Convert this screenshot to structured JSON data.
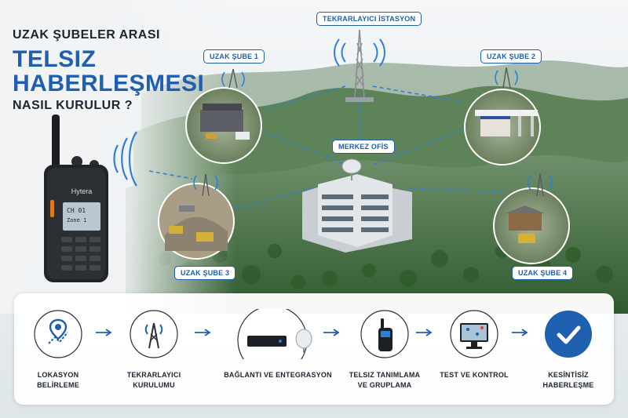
{
  "title": {
    "line1": "UZAK ŞUBELER ARASI",
    "line2": "TELSIZ",
    "line3": "HABERLEŞMESI",
    "line4": "NASIL KURULUR ?"
  },
  "radio": {
    "brand": "Hytera",
    "channel": "CH 01",
    "zone": "Zone 1"
  },
  "nodes": {
    "repeater": "TEKRARLAYICI İSTASYON",
    "branch1": "UZAK ŞUBE 1",
    "branch2": "UZAK ŞUBE 2",
    "branch3": "UZAK ŞUBE 3",
    "branch4": "UZAK ŞUBE 4",
    "hq": "MERKEZ OFİS"
  },
  "steps": [
    {
      "line1": "LOKASYON",
      "line2": "BELİRLEME",
      "icon": "map-pin-icon"
    },
    {
      "line1": "TEKRARLAYICI",
      "line2": "KURULUMU",
      "icon": "antenna-tower-icon"
    },
    {
      "line1": "BAĞLANTI VE ENTEGRASYON",
      "line2": "",
      "icon": "router-dish-icon"
    },
    {
      "line1": "TELSIZ TANIMLAMA",
      "line2": "VE GRUPLAMA",
      "icon": "handheld-radio-icon"
    },
    {
      "line1": "TEST VE KONTROL",
      "line2": "",
      "icon": "monitor-map-icon"
    },
    {
      "line1": "KESİNTİSİZ",
      "line2": "HABERLEŞME",
      "icon": "checkmark-icon"
    }
  ],
  "colors": {
    "accent": "#1f5fb0",
    "dark": "#1c2430",
    "forest": "#3f6a3a",
    "sky": "#e9eef3"
  }
}
